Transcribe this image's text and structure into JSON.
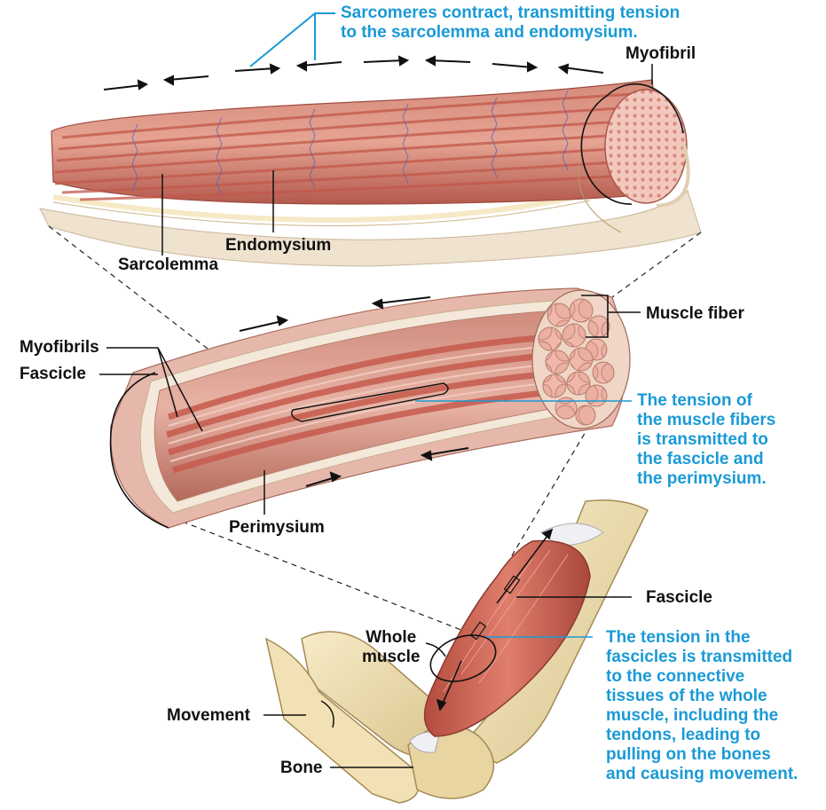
{
  "labels": {
    "sarcomeres_note": [
      "Sarcomeres contract, transmitting tension",
      "to the sarcolemma and endomysium."
    ],
    "myofibril": "Myofibril",
    "sarcolemma": "Sarcolemma",
    "endomysium": "Endomysium",
    "muscle_fiber": "Muscle fiber",
    "myofibrils": "Myofibrils",
    "fascicle_mid": "Fascicle",
    "fiber_tension_note": [
      "The tension of",
      "the muscle fibers",
      "is transmitted to",
      "the fascicle and",
      "the perimysium."
    ],
    "perimysium": "Perimysium",
    "fascicle_low": "Fascicle",
    "whole_muscle": [
      "Whole",
      "muscle"
    ],
    "fascicle_tension_note": [
      "The tension in the",
      "fascicles is transmitted",
      "to the connective",
      "tissues of the whole",
      "muscle, including the",
      "tendons, leading to",
      "pulling on the bones",
      "and causing movement."
    ],
    "movement": "Movement",
    "bone": "Bone"
  },
  "colors": {
    "accent_blue": "#1a9ad6",
    "muscle_red": "#c8574b",
    "muscle_pink": "#e8a195",
    "bone": "#eedcae",
    "connective": "#f3e7c8"
  }
}
